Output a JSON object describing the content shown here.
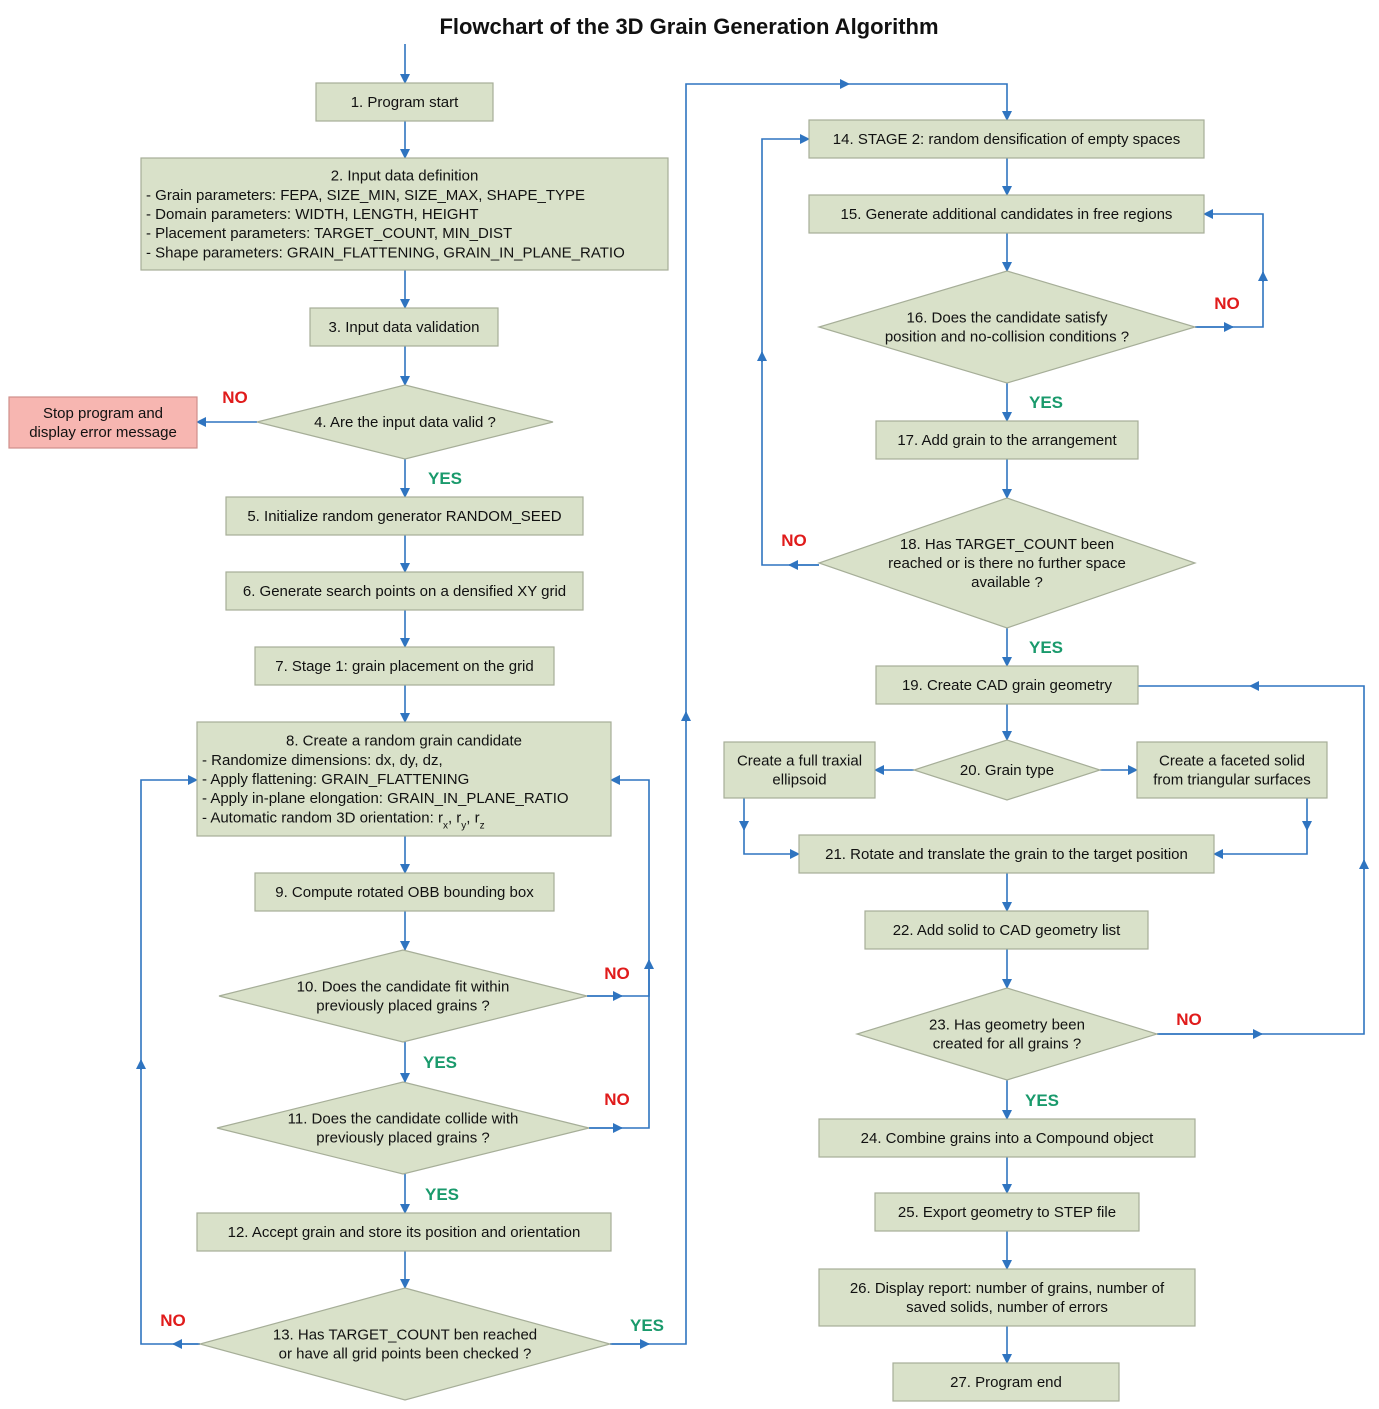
{
  "title": "Flowchart of the 3D Grain Generation Algorithm",
  "colors": {
    "box_fill": "#d9e1c9",
    "box_stroke": "#a6ae98",
    "error_fill": "#f7b6b1",
    "error_stroke": "#cf8f8b",
    "arrow": "#2f74c0",
    "yes": "#1a9a6c",
    "no": "#e01b1b"
  },
  "nodes": {
    "n1": [
      "1. Program start"
    ],
    "n2": [
      "2. Input data definition",
      "- Grain parameters: FEPA, SIZE_MIN, SIZE_MAX, SHAPE_TYPE",
      "- Domain parameters: WIDTH, LENGTH, HEIGHT",
      "- Placement parameters: TARGET_COUNT, MIN_DIST",
      "- Shape parameters: GRAIN_FLATTENING, GRAIN_IN_PLANE_RATIO"
    ],
    "n3": [
      "3. Input data validation"
    ],
    "n4": [
      "4. Are the input data valid ?"
    ],
    "err": [
      "Stop program and",
      "display error message"
    ],
    "n5": [
      "5. Initialize random generator RANDOM_SEED"
    ],
    "n6": [
      "6. Generate search points on a densified XY grid"
    ],
    "n7": [
      "7. Stage 1: grain placement on the grid"
    ],
    "n8": [
      "8. Create a random grain candidate",
      "- Randomize dimensions: dx, dy, dz,",
      "- Apply flattening: GRAIN_FLATTENING",
      "- Apply in-plane elongation: GRAIN_IN_PLANE_RATIO",
      "- Automatic random 3D orientation: rx, ry, rz"
    ],
    "n9": [
      "9. Compute rotated OBB bounding box"
    ],
    "n10": [
      "10. Does the candidate fit within",
      "previously placed grains ?"
    ],
    "n11": [
      "11. Does the candidate collide with",
      "previously placed grains ?"
    ],
    "n12": [
      "12. Accept grain and store its position and orientation"
    ],
    "n13": [
      "13. Has TARGET_COUNT ben reached",
      "or have all grid points been checked ?"
    ],
    "n14": [
      "14. STAGE 2: random densification of empty spaces"
    ],
    "n15": [
      "15. Generate additional candidates in free regions"
    ],
    "n16": [
      "16. Does the candidate satisfy",
      "position and no-collision conditions ?"
    ],
    "n17": [
      "17. Add grain to the arrangement"
    ],
    "n18": [
      "18. Has TARGET_COUNT been",
      "reached or is there no further space",
      "available ?"
    ],
    "n19": [
      "19. Create CAD grain geometry"
    ],
    "n20": [
      "20. Grain type"
    ],
    "n20a": [
      "Create a full traxial",
      "ellipsoid"
    ],
    "n20b": [
      "Create a faceted solid",
      "from triangular surfaces"
    ],
    "n21": [
      "21. Rotate and translate the grain to the target position"
    ],
    "n22": [
      "22. Add solid to CAD geometry list"
    ],
    "n23": [
      "23. Has geometry been",
      "created for all grains ?"
    ],
    "n24": [
      "24. Combine grains into a Compound object"
    ],
    "n25": [
      "25. Export geometry to STEP file"
    ],
    "n26": [
      "26. Display report: number of grains, number of",
      "saved solids, number of errors"
    ],
    "n27": [
      "27. Program end"
    ]
  },
  "labels": {
    "yes": "YES",
    "no": "NO"
  }
}
